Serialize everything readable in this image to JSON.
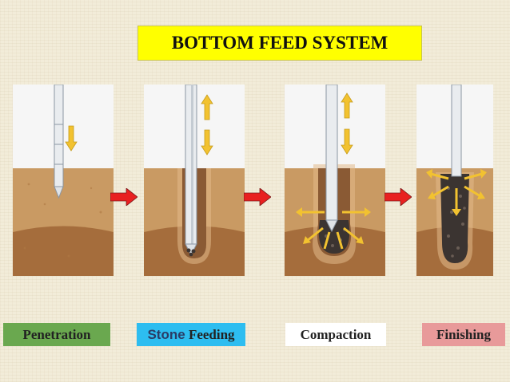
{
  "title": "BOTTOM FEED SYSTEM",
  "steps": [
    {
      "label": "Penetration",
      "bg": "#6aa84f"
    },
    {
      "label_a": "Stone",
      "label_b": " Feeding",
      "bg": "#2dbdf0"
    },
    {
      "label": "Compaction",
      "bg": "#ffffff"
    },
    {
      "label": "Finishing",
      "bg": "#e89a9a"
    }
  ],
  "colors": {
    "sky": "#f6f6f6",
    "soil_upper": "#c99a63",
    "soil_lower": "#a56d3c",
    "stone": "#3b3431",
    "flow_arrow": "#f2c230",
    "next_arrow": "#e82020"
  }
}
